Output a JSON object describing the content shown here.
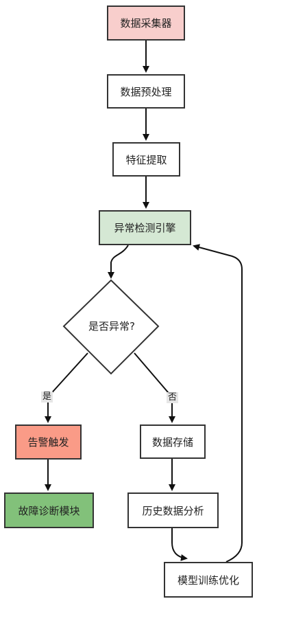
{
  "nodes": {
    "collector": {
      "label": "数据采集器",
      "fill": "#f8cecc"
    },
    "preprocess": {
      "label": "数据预处理",
      "fill": "#ffffff"
    },
    "feature": {
      "label": "特征提取",
      "fill": "#ffffff"
    },
    "engine": {
      "label": "异常检测引擎",
      "fill": "#d5e8d4"
    },
    "decision": {
      "label": "是否异常?",
      "fill": "#ffffff"
    },
    "alert": {
      "label": "告警触发",
      "fill": "#fa9b87"
    },
    "diagnosis": {
      "label": "故障诊断模块",
      "fill": "#82c17a"
    },
    "store": {
      "label": "数据存储",
      "fill": "#ffffff"
    },
    "history": {
      "label": "历史数据分析",
      "fill": "#ffffff"
    },
    "train": {
      "label": "模型训练优化",
      "fill": "#ffffff"
    }
  },
  "edges": {
    "yes_label": "是",
    "no_label": "否"
  },
  "colors": {
    "stroke": "#333333",
    "label_bg": "#e6e6e6"
  }
}
